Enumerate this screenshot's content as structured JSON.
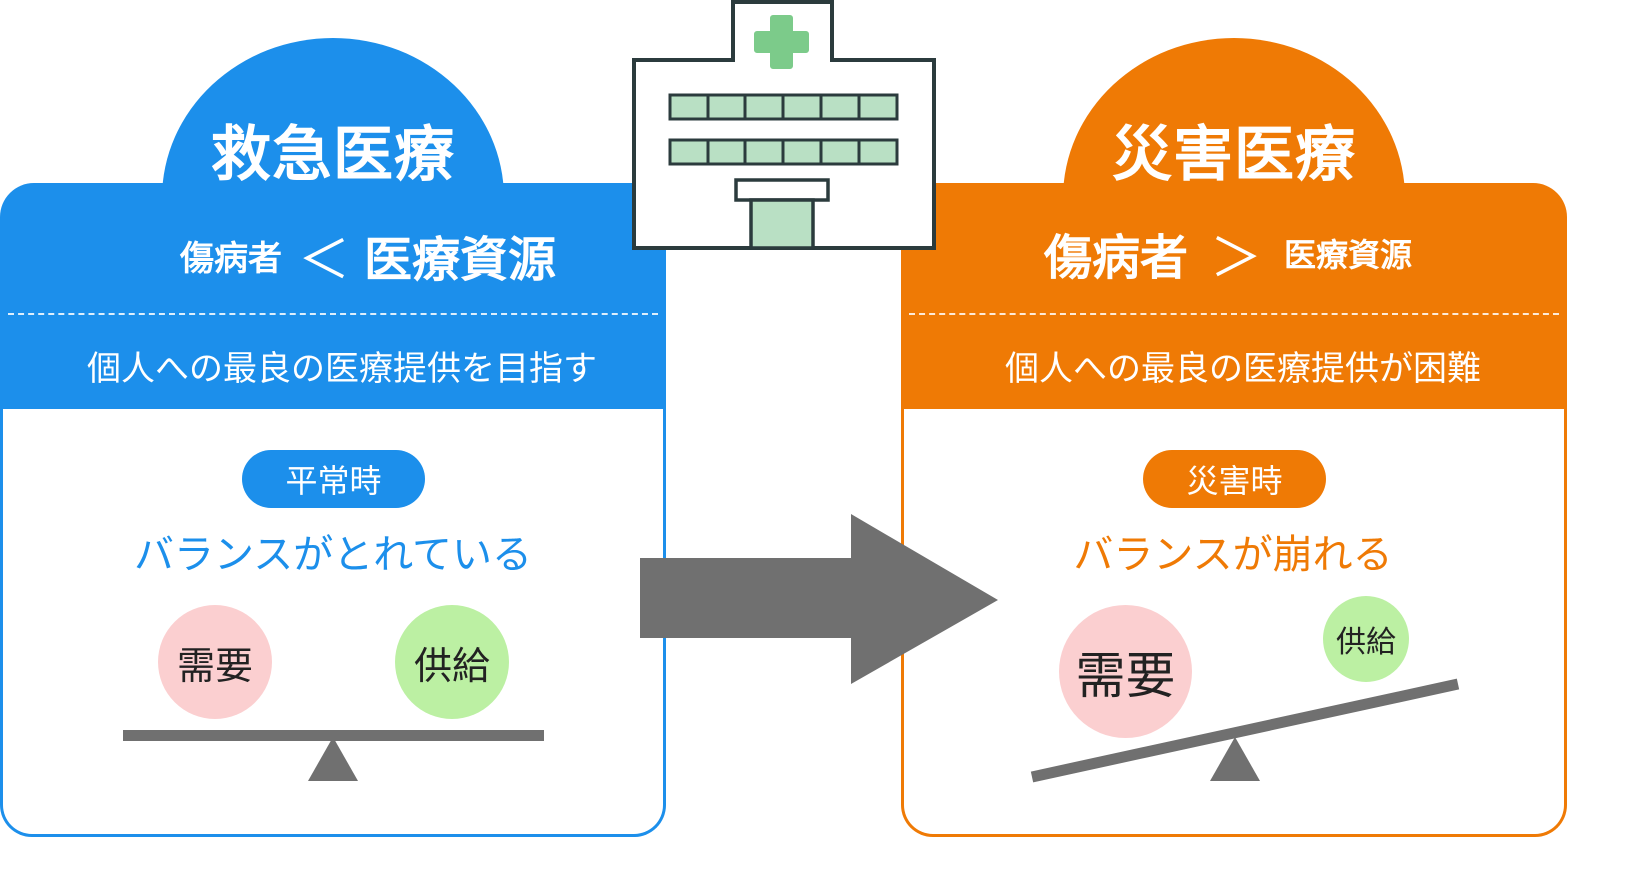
{
  "colors": {
    "emergency": "#1c8feb",
    "disaster": "#ef7a05",
    "arrow": "#707070",
    "demand": "#fbcfd0",
    "supply": "#bcf0a3",
    "hospital_accent": "#7ccb8a"
  },
  "emergency": {
    "title": "救急医療",
    "left_term": "傷病者",
    "operator": "＜",
    "right_term": "医療資源",
    "goal": "個人への最良の医療提供を目指す",
    "badge": "平常時",
    "balance_text": "バランスがとれている",
    "demand": "需要",
    "supply": "供給"
  },
  "disaster": {
    "title": "災害医療",
    "left_term": "傷病者",
    "operator": "＞",
    "right_term": "医療資源",
    "goal": "個人への最良の医療提供が困難",
    "badge": "災害時",
    "balance_text": "バランスが崩れる",
    "demand": "需要",
    "supply": "供給"
  },
  "icons": {
    "hospital": "hospital-icon",
    "arrow": "right-arrow-icon"
  }
}
